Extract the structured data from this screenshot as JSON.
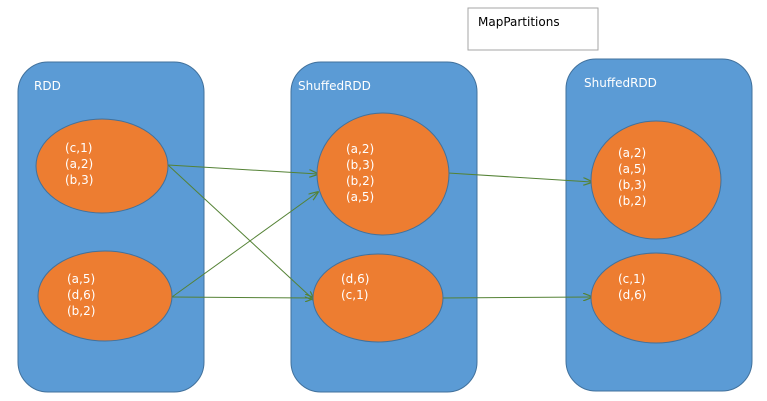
{
  "operation": {
    "label": "MapPartitions"
  },
  "colors": {
    "container_fill": "#5b9bd5",
    "container_stroke": "#41719c",
    "partition_fill": "#ed7d31",
    "partition_stroke": "#41719c",
    "arrow": "#548235"
  },
  "stages": [
    {
      "label": "RDD",
      "partitions": [
        {
          "items": [
            "(c,1)",
            "(a,2)",
            "(b,3)"
          ]
        },
        {
          "items": [
            "(a,5)",
            "(d,6)",
            "(b,2)"
          ]
        }
      ]
    },
    {
      "label": "ShuffedRDD",
      "partitions": [
        {
          "items": [
            "(a,2)",
            "(b,3)",
            "(b,2)",
            "(a,5)"
          ]
        },
        {
          "items": [
            "(d,6)",
            "(c,1)"
          ]
        }
      ]
    },
    {
      "label": "ShuffedRDD",
      "partitions": [
        {
          "items": [
            "(a,2)",
            "(a,5)",
            "(b,3)",
            "(b,2)"
          ]
        },
        {
          "items": [
            "(c,1)",
            "(d,6)"
          ]
        }
      ]
    }
  ],
  "edges": [
    {
      "from": "stage0.partition0",
      "to": "stage1.partition0"
    },
    {
      "from": "stage0.partition0",
      "to": "stage1.partition1"
    },
    {
      "from": "stage0.partition1",
      "to": "stage1.partition0"
    },
    {
      "from": "stage0.partition1",
      "to": "stage1.partition1"
    },
    {
      "from": "stage1.partition0",
      "to": "stage2.partition0"
    },
    {
      "from": "stage1.partition1",
      "to": "stage2.partition1"
    }
  ]
}
